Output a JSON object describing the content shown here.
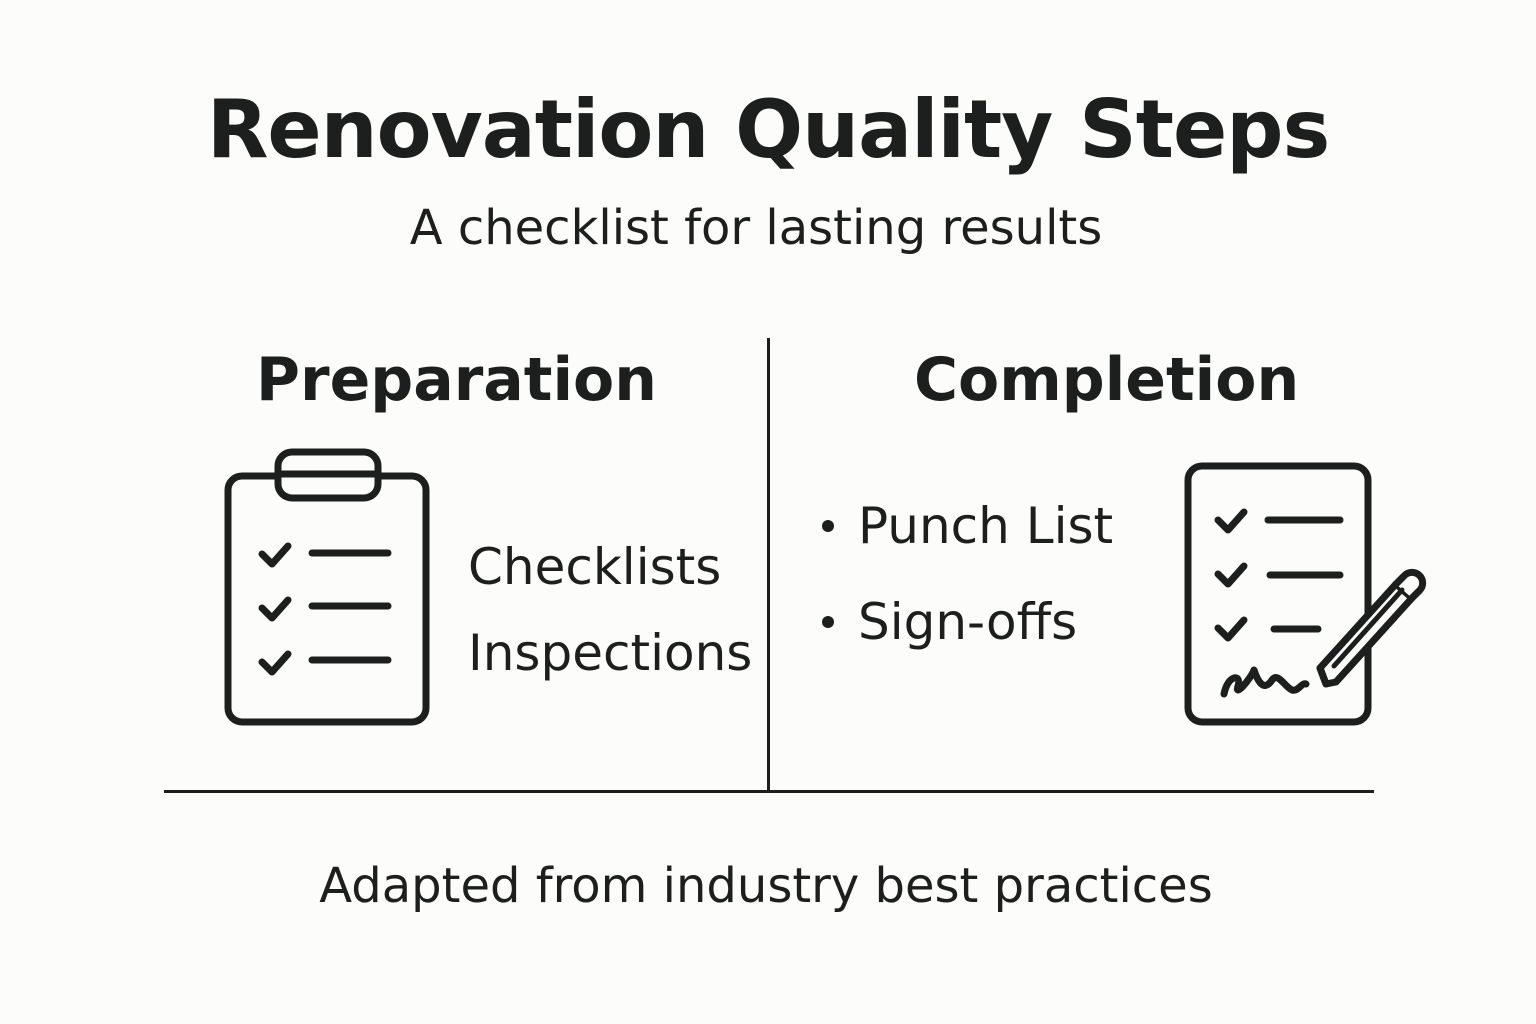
{
  "title": "Renovation Quality Steps",
  "subtitle": "A checklist for lasting results",
  "preparation": {
    "heading": "Preparation",
    "icon": "clipboard-checklist-icon",
    "items": [
      "Checklists",
      "Inspections"
    ]
  },
  "completion": {
    "heading": "Completion",
    "icon": "signed-checklist-pencil-icon",
    "items": [
      "Punch List",
      "Sign-offs"
    ]
  },
  "footer": "Adapted from industry best practices",
  "colors": {
    "ink": "#1d1f1e",
    "background": "#fcfcfa"
  }
}
